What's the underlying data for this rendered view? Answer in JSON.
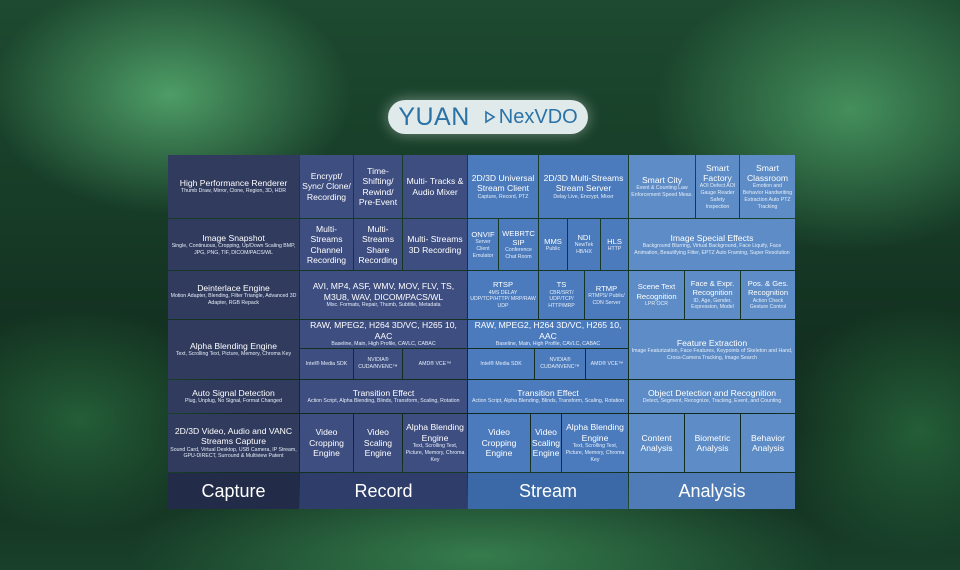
{
  "logo": {
    "brand": "YUAN",
    "product": "NexVDO"
  },
  "capture": {
    "r1_title": "High Performance Renderer",
    "r1_sub": "Thumb Draw, Mirror, Clone, Region, 3D, HDR",
    "r2_title": "Image Snapshot",
    "r2_sub": "Single, Continuous, Cropping, Up/Down Scaling BMP, JPG, PNG, TIF, DICOM/PACS/WL",
    "r3_title": "Deinterlace Engine",
    "r3_sub": "Motion Adapter, Blending, Filter Triangle, Advanced 3D Adapter, RGB Repack",
    "r4_title": "Alpha Blending Engine",
    "r4_sub": "Text, Scrolling Text, Picture, Memory, Chroma Key",
    "r5_title": "Auto Signal Detection",
    "r5_sub": "Plug, Unplug, No Signal, Format Changed",
    "r6_title": "2D/3D Video, Audio and VANC Streams Capture",
    "r6_sub": "Sound Card, Virtual Desktop, USB Camera, IP Stream, GPU-DIRECT, Surround & Multiview Patent",
    "footer": "Capture"
  },
  "record": {
    "r1": [
      "Encrypt/ Sync/ Clone/ Recording",
      "Time- Shifting/ Rewind/ Pre-Event",
      "Multi- Tracks & Audio Mixer"
    ],
    "r2": [
      "Multi- Streams Channel Recording",
      "Multi- Streams Share Recording",
      "Multi- Streams 3D Recording"
    ],
    "r3_title": "AVI, MP4, ASF, WMV, MOV, FLV, TS, M3U8, WAV, DICOM/PACS/WL",
    "r3_sub": "Misc. Formats, Repair, Thumb, Subtitle, Metadata",
    "r4_title": "RAW, MPEG2, H264 3D/VC, H265 10, AAC",
    "r4_sub": "Baseline, Main, High Profile, CAVLC, CABAC",
    "r4_hw": [
      "Intel® Media SDK",
      "NVIDIA® CUDA/NVENC™",
      "AMD® VCE™"
    ],
    "r5_title": "Transition Effect",
    "r5_sub": "Action Script, Alpha Blending, Blinds, Transform, Scaling, Rotation",
    "r6": [
      "Video Cropping Engine",
      "Video Scaling Engine",
      "Alpha Blending Engine"
    ],
    "r6_alpha_sub": "Text, Scrolling Text, Picture, Memory, Chroma Key",
    "footer": "Record"
  },
  "stream": {
    "r1a_title": "2D/3D Universal Stream Client",
    "r1a_sub": "Capture, Record, PTZ",
    "r1b_title": "2D/3D Multi-Streams Stream Server",
    "r1b_sub": "Delay Live, Encrypt, Mixer",
    "r2": [
      {
        "title": "ONVIF",
        "sub": "Server Client Emulator"
      },
      {
        "title": "WEBRTC SIP",
        "sub": "Conference Chat Room"
      },
      {
        "title": "MMS",
        "sub": "Public"
      },
      {
        "title": "NDI",
        "sub": "NewTek HB/HX"
      },
      {
        "title": "HLS",
        "sub": "HTTP"
      }
    ],
    "r3": [
      {
        "title": "RTSP",
        "sub": "4MS DELAY UDP/TCP/HTTP/ MRP/RAW UDP"
      },
      {
        "title": "TS",
        "sub": "CBR/SRT/ UDP/TCP/ HTTP/MRP"
      },
      {
        "title": "RTMP",
        "sub": "RTMPS/ Public/ CDN Server"
      }
    ],
    "r4_title": "RAW, MPEG2, H264 3D/VC, H265 10, AAC",
    "r4_sub": "Baseline, Main, High Profile, CAVLC, CABAC",
    "r4_hw": [
      "Intel® Media SDK",
      "NVIDIA® CUDA/NVENC™",
      "AMD® VCE™"
    ],
    "r5_title": "Transition Effect",
    "r5_sub": "Action Script, Alpha Blending, Blinds, Transform, Scaling, Rotation",
    "r6": [
      "Video Cropping Engine",
      "Video Scaling Engine",
      "Alpha Blending Engine"
    ],
    "r6_alpha_sub": "Text, Scrolling Text, Picture, Memory, Chroma Key",
    "footer": "Stream"
  },
  "analysis": {
    "r1": [
      {
        "title": "Smart City",
        "sub": "Event & Counting Law Enforcement Speed Meas."
      },
      {
        "title": "Smart Factory",
        "sub": "AOI Defect AOI Gauge Reader Safety Inspection"
      },
      {
        "title": "Smart Classroom",
        "sub": "Emotion and Behavior Handwriting Extraction Auto PTZ Tracking"
      }
    ],
    "r2_title": "Image Special Effects",
    "r2_sub": "Background Blurring, Virtual Background, Face Liquify, Face Animation, Beautifying Filter, EPTZ Auto Framing, Super Resolution",
    "r3": [
      {
        "title": "Scene Text Recognition",
        "sub": "LPR OCR"
      },
      {
        "title": "Face & Expr. Recognition",
        "sub": "ID, Age, Gender, Expression, Model"
      },
      {
        "title": "Pos. & Ges. Recognition",
        "sub": "Action Check Gesture Control"
      }
    ],
    "r4_title": "Feature Extraction",
    "r4_sub": "Image Featurization, Face Features, Keypoints of Skeleton and Hand, Cross-Camera Tracking, Image Search",
    "r5_title": "Object Detection and Recognition",
    "r5_sub": "Detect, Segment, Recognize, Tracking, Event, and Counting",
    "r6": [
      "Content Analysis",
      "Biometric Analysis",
      "Behavior Analysis"
    ],
    "footer": "Analysis"
  },
  "colors": {
    "capture": "#303b5e",
    "record": "#3e4e80",
    "stream": "#4b7bbd",
    "analysis": "#5d8cc6"
  }
}
